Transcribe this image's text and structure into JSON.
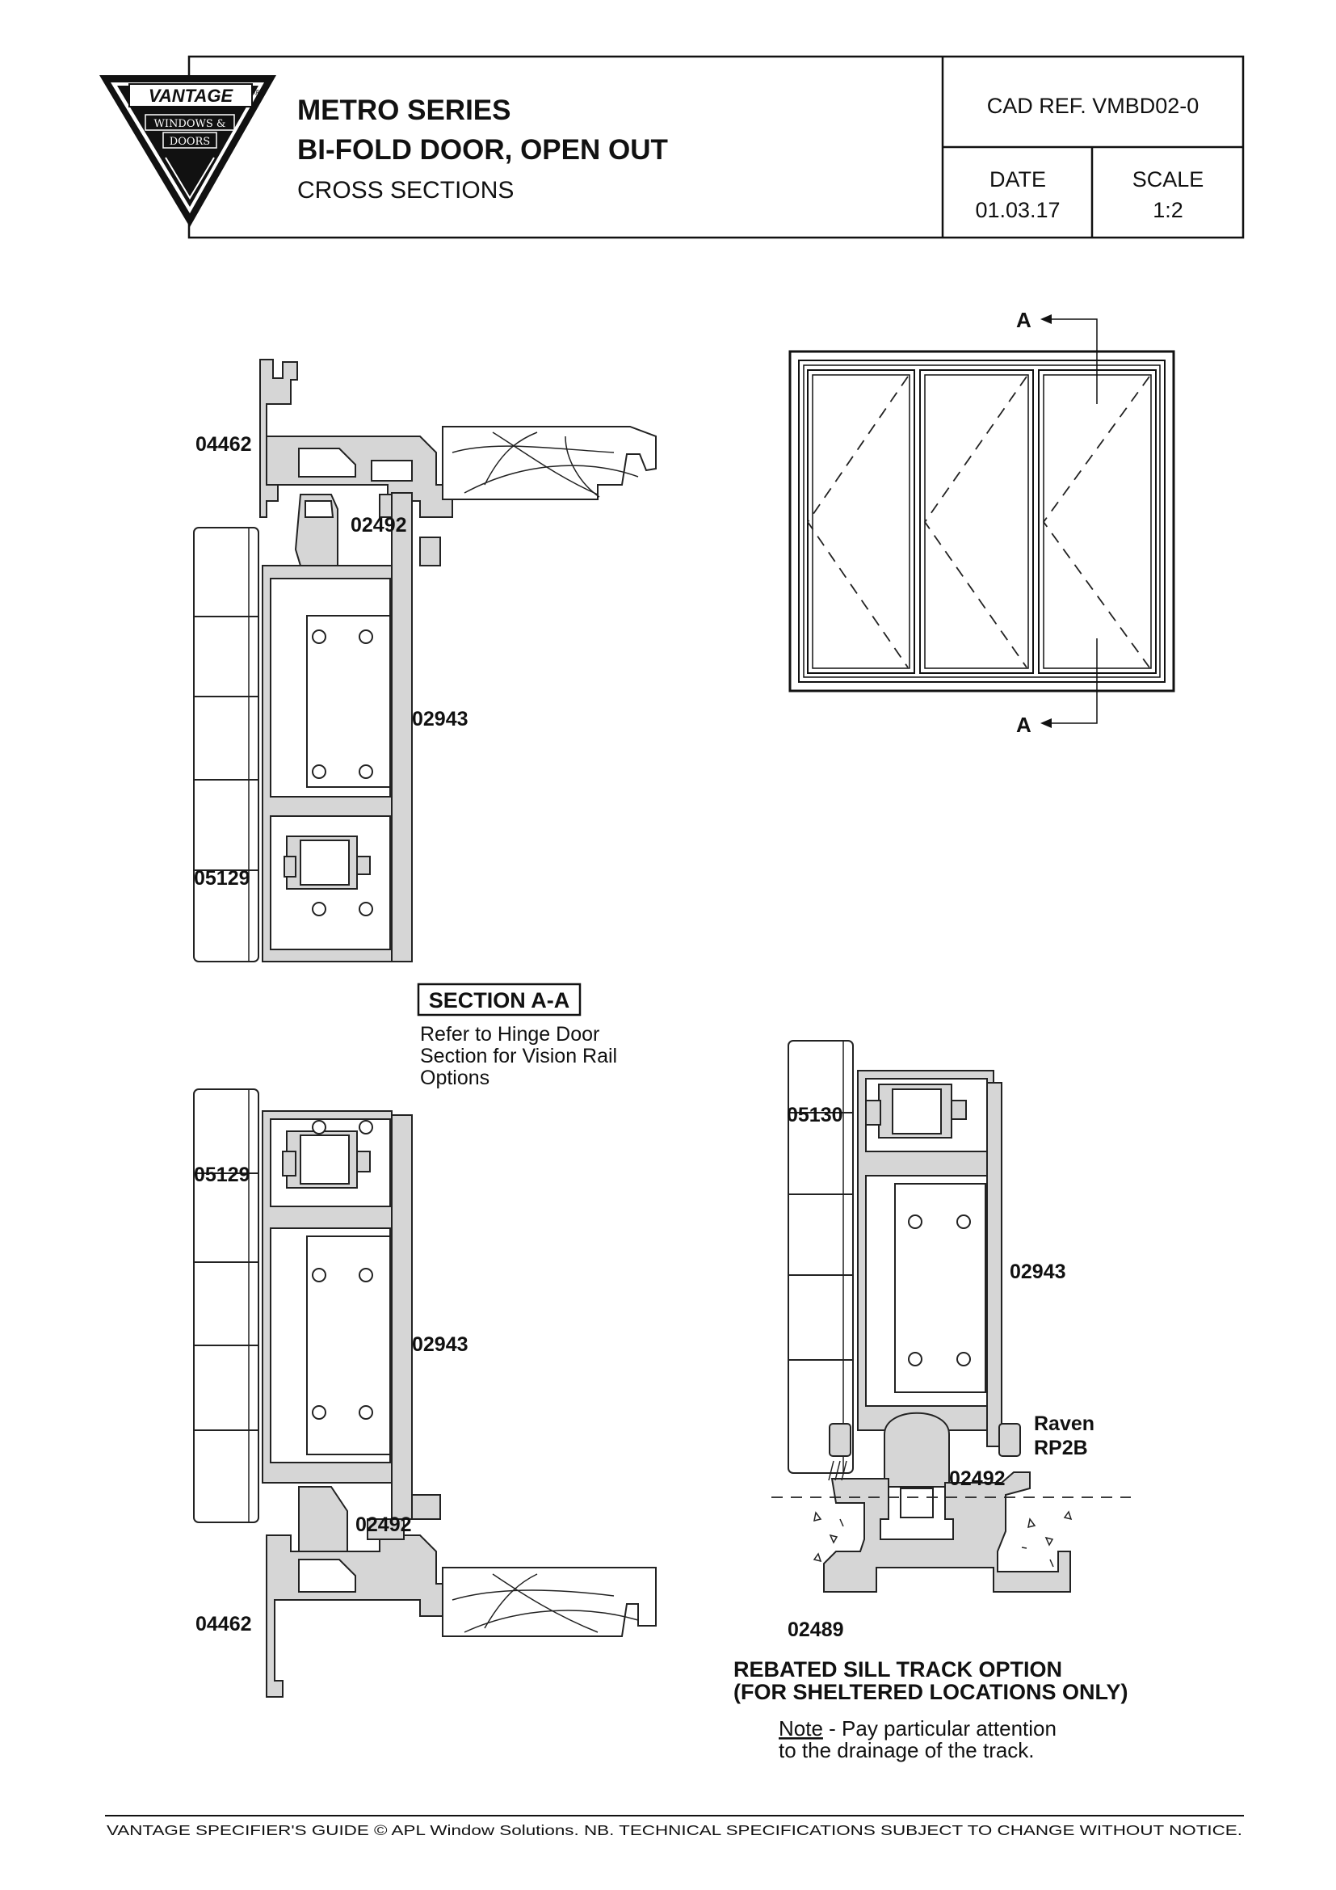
{
  "header": {
    "logo": {
      "brand": "VANTAGE",
      "sub1": "WINDOWS &",
      "sub2": "DOORS",
      "reg_mark": "®"
    },
    "title1": "METRO SERIES",
    "title2": "BI-FOLD DOOR, OPEN OUT",
    "title3": "CROSS SECTIONS",
    "cad_ref": "CAD REF.  VMBD02-0",
    "date_label": "DATE",
    "date_value": "01.03.17",
    "scale_label": "SCALE",
    "scale_value": "1:2"
  },
  "elevation": {
    "section_mark_top": "A",
    "section_mark_bottom": "A"
  },
  "section_title": "SECTION A-A",
  "section_note_lines": [
    "Refer to Hinge Door",
    "Section for Vision Rail",
    "Options"
  ],
  "part_labels": {
    "top_04462": "04462",
    "top_02492": "02492",
    "top_02943": "02943",
    "top_05129": "05129",
    "bot_05129": "05129",
    "bot_02943": "02943",
    "bot_02492": "02492",
    "bot_04462": "04462",
    "sill_05130": "05130",
    "sill_02943": "02943",
    "sill_raven1": "Raven",
    "sill_raven2": "RP2B",
    "sill_02492": "02492",
    "sill_02489": "02489"
  },
  "sill_caption_lines": [
    "REBATED SILL TRACK OPTION",
    "(FOR SHELTERED LOCATIONS ONLY)"
  ],
  "note": {
    "prefix": "Note",
    "line1": " - Pay particular attention",
    "line2": "to the drainage of the track."
  },
  "footer": "VANTAGE SPECIFIER'S GUIDE  © APL Window Solutions. NB. TECHNICAL SPECIFICATIONS SUBJECT TO CHANGE WITHOUT NOTICE."
}
